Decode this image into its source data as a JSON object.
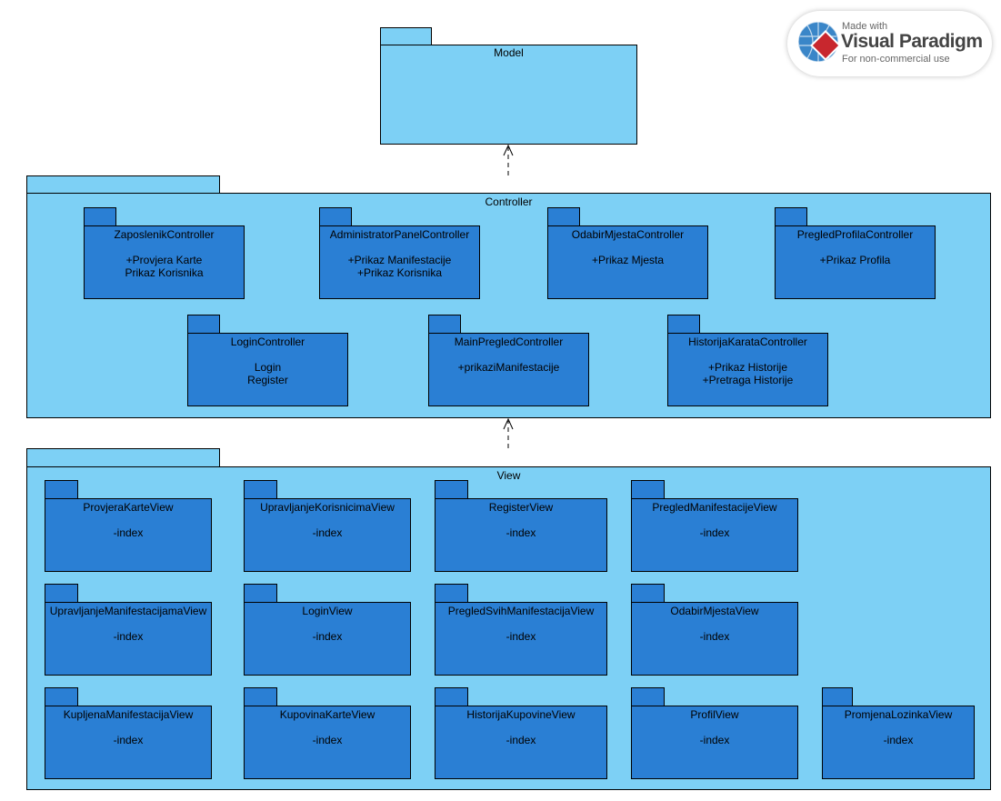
{
  "watermark": {
    "made_with": "Made with",
    "brand": "Visual Paradigm",
    "subtitle": "For non-commercial use"
  },
  "colors": {
    "outer_package": "#7dd0f5",
    "inner_package": "#2a7fd4",
    "border": "#000000"
  },
  "model": {
    "title": "Model"
  },
  "controller": {
    "title": "Controller",
    "packages": [
      {
        "name": "ZaposlenikController",
        "ops": [
          "+Provjera Karte",
          "Prikaz Korisnika"
        ]
      },
      {
        "name": "AdministratorPanelController",
        "ops": [
          "+Prikaz Manifestacije",
          "+Prikaz Korisnika"
        ]
      },
      {
        "name": "OdabirMjestaController",
        "ops": [
          "+Prikaz Mjesta"
        ]
      },
      {
        "name": "PregledProfilaController",
        "ops": [
          "+Prikaz Profila"
        ]
      },
      {
        "name": "LoginController",
        "ops": [
          "Login",
          "Register"
        ]
      },
      {
        "name": "MainPregledController",
        "ops": [
          "+prikaziManifestacije"
        ]
      },
      {
        "name": "HistorijaKarataController",
        "ops": [
          "+Prikaz Historije",
          "+Pretraga Historije"
        ]
      }
    ]
  },
  "view": {
    "title": "View",
    "packages": [
      {
        "name": "ProvjeraKarteView",
        "ops": [
          "-index"
        ]
      },
      {
        "name": "UpravljanjeKorisnicimaView",
        "ops": [
          "-index"
        ]
      },
      {
        "name": "RegisterView",
        "ops": [
          "-index"
        ]
      },
      {
        "name": "PregledManifestacijeView",
        "ops": [
          "-index"
        ]
      },
      {
        "name": "UpravljanjeManifestacijamaView",
        "ops": [
          "-index"
        ]
      },
      {
        "name": "LoginView",
        "ops": [
          "-index"
        ]
      },
      {
        "name": "PregledSvihManifestacijaView",
        "ops": [
          "-index"
        ]
      },
      {
        "name": "OdabirMjestaView",
        "ops": [
          "-index"
        ]
      },
      {
        "name": "KupljenaManifestacijaView",
        "ops": [
          "-index"
        ]
      },
      {
        "name": "KupovinaKarteView",
        "ops": [
          "-index"
        ]
      },
      {
        "name": "HistorijaKupovineView",
        "ops": [
          "-index"
        ]
      },
      {
        "name": "ProfilView",
        "ops": [
          "-index"
        ]
      },
      {
        "name": "PromjenaLozinkaView",
        "ops": [
          "-index"
        ]
      }
    ]
  }
}
